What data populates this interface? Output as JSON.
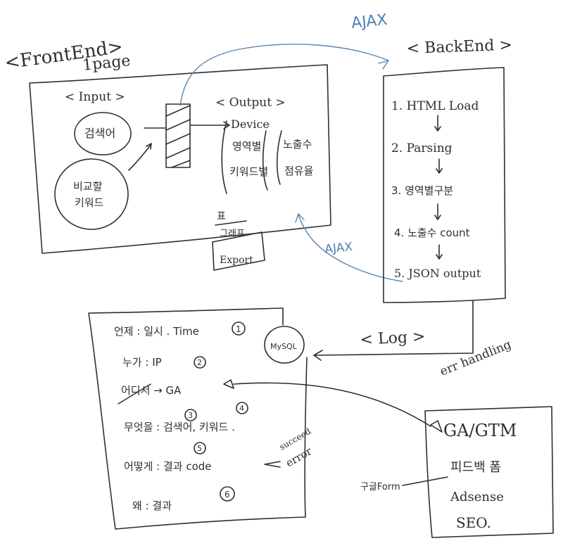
{
  "frontend": {
    "title": "<FrontEnd>",
    "page_label": "1page",
    "input_title": "< Input >",
    "keyword": "검색어",
    "compare": [
      "비교할",
      "키워드"
    ],
    "output_title": "< Output >",
    "output_left": [
      "Device",
      "영역별",
      "키워드별"
    ],
    "output_right": [
      "노출수",
      "점유율"
    ],
    "export": [
      "표",
      "그래프",
      "Export"
    ]
  },
  "backend": {
    "title": "< BackEnd >",
    "steps": [
      "1. HTML Load",
      "2. Parsing",
      "3. 영역별구분",
      "4. 노출수 count",
      "5. JSON output"
    ]
  },
  "ajax_top": "AJAX",
  "ajax_mid": "AJAX",
  "log": {
    "label": "< Log >",
    "db": "MySQL",
    "rows": [
      {
        "text": "언제 : 일시 . Time",
        "num": "1"
      },
      {
        "text": "누가 : IP",
        "num": "2"
      },
      {
        "text": "어디서 → GA",
        "num": ""
      },
      {
        "text": "무엇을 : 검색어, 키워드 .",
        "num": "3"
      },
      {
        "text": "어떻게 : 결과 code",
        "num": "5"
      },
      {
        "text": "왜 : 결과",
        "num": "6"
      }
    ],
    "extra_num": "4",
    "result_note": [
      "succeed",
      "error"
    ]
  },
  "err_handling": "err handling",
  "ga": {
    "items": [
      "GA/GTM",
      "피드백 폼",
      "Adsense",
      "SEO."
    ],
    "google_form": "구글Form"
  }
}
